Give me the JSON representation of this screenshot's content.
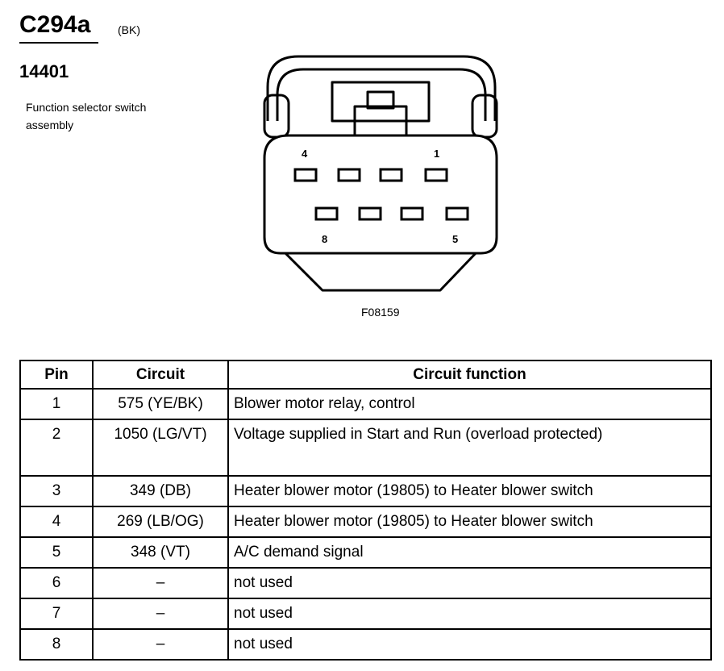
{
  "header": {
    "connector_id": "C294a",
    "color_code": "(BK)",
    "part_number": "14401",
    "description": "Function selector switch assembly"
  },
  "diagram": {
    "figure_id": "F08159",
    "pin_labels": {
      "p4": "4",
      "p1": "1",
      "p8": "8",
      "p5": "5"
    }
  },
  "table": {
    "headers": {
      "pin": "Pin",
      "circuit": "Circuit",
      "function": "Circuit function"
    },
    "rows": [
      {
        "pin": "1",
        "circuit": "575 (YE/BK)",
        "function": "Blower motor relay, control"
      },
      {
        "pin": "2",
        "circuit": "1050 (LG/VT)",
        "function": "Voltage supplied in Start and Run (overload protected)"
      },
      {
        "pin": "3",
        "circuit": "349 (DB)",
        "function": "Heater blower motor (19805) to Heater blower switch"
      },
      {
        "pin": "4",
        "circuit": "269 (LB/OG)",
        "function": "Heater blower motor (19805) to Heater blower switch"
      },
      {
        "pin": "5",
        "circuit": "348 (VT)",
        "function": "A/C demand signal"
      },
      {
        "pin": "6",
        "circuit": "–",
        "function": "not used"
      },
      {
        "pin": "7",
        "circuit": "–",
        "function": "not used"
      },
      {
        "pin": "8",
        "circuit": "–",
        "function": "not used"
      }
    ]
  }
}
